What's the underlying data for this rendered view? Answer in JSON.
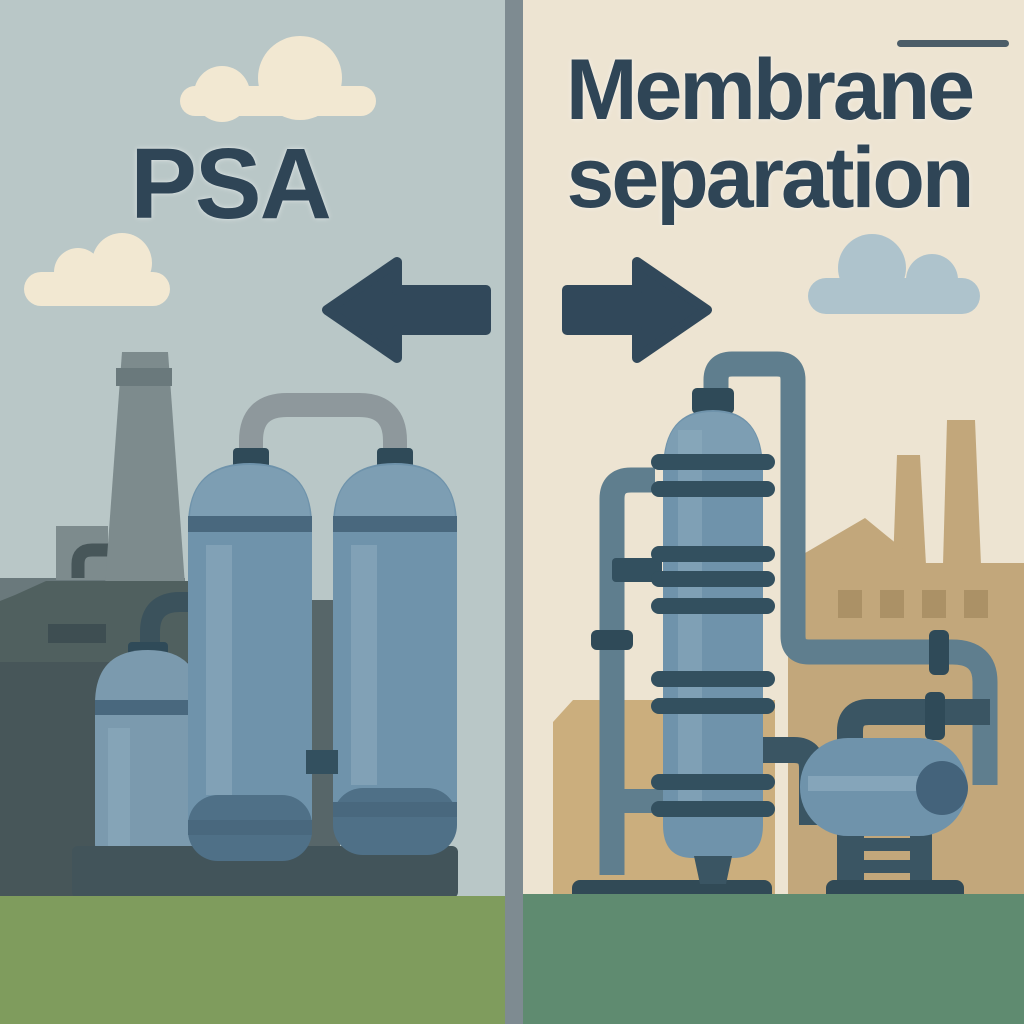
{
  "left_panel": {
    "title": "PSA",
    "arrow_direction": "left"
  },
  "right_panel": {
    "title": "Membrane separation",
    "arrow_direction": "right"
  },
  "palette": {
    "left_sky": "#b9c7c7",
    "right_sky": "#ede4d2",
    "divider": "#7e8b91",
    "ground_left": "#7f9c5d",
    "ground_right": "#5f8b70",
    "ink": "#2f4556",
    "arrow": "#31485a",
    "tank": "#6f93ab",
    "tank_light": "#7d9eb3",
    "tank_highlight": "#8fadc0",
    "tank_band": "#49687e",
    "tank_bottom": "#4f7087",
    "cap": "#2f4a58",
    "slate": "#33505f",
    "base": "#42545a",
    "pipe_gray": "#8e989c",
    "steel_pipe": "#5f7e8e",
    "dark_pipe": "#3a5563",
    "factory_gray": "#7d8b8d",
    "factory_gray_light": "#6a797c",
    "factory_dark": "#50605f",
    "factory_darker": "#475659",
    "tan": "#c2a77b",
    "tan_light": "#cbae7d",
    "tan_window": "#ab9166",
    "cloud_cream": "#f2e8d2",
    "cloud_blue": "#aec3cc"
  }
}
